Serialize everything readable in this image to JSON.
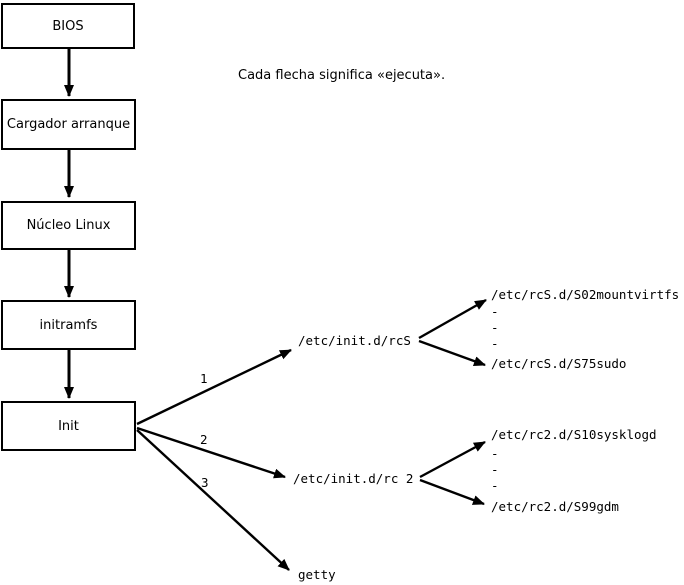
{
  "diagram": {
    "note": "Cada flecha significa «ejecuta».",
    "chain": [
      "BIOS",
      "Cargador arranque",
      "Núcleo Linux",
      "initramfs",
      "Init"
    ],
    "branches": [
      {
        "number": "1",
        "target": "/etc/init.d/rcS",
        "children": [
          "/etc/rcS.d/S02mountvirtfs",
          "/etc/rcS.d/S75sudo"
        ]
      },
      {
        "number": "2",
        "target": "/etc/init.d/rc 2",
        "children": [
          "/etc/rc2.d/S10sysklogd",
          "/etc/rc2.d/S99gdm"
        ]
      },
      {
        "number": "3",
        "target": "getty",
        "children": []
      }
    ],
    "dash": "-",
    "colors": {
      "ink": "#000000",
      "background": "#ffffff"
    }
  }
}
